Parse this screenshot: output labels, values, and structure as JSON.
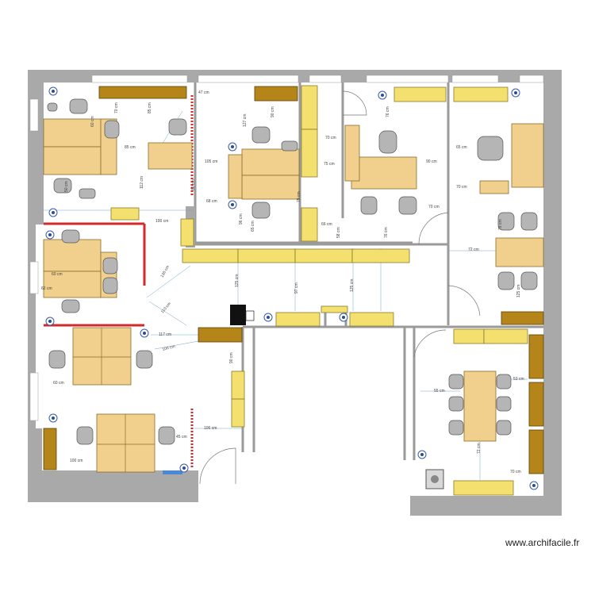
{
  "watermark": "www.archifacile.fr",
  "colors": {
    "wall": "#a9a9a9",
    "desk": "#f0d08c",
    "cabinet": "#f3e06f",
    "dark_cabinet": "#b5851a",
    "red_partition": "#d22a2a",
    "chair": "#b5b5b5",
    "light_fixture": "#3a5aa8",
    "dimension_line": "#6aa8c8"
  },
  "dimensions": [
    "70 cm",
    "60 cm",
    "85 cm",
    "50 cm",
    "100 cm",
    "112 cm",
    "85 cm",
    "60 cm",
    "47 cm",
    "127 cm",
    "90 cm",
    "68 cm",
    "105 cm",
    "96 cm",
    "65 cm",
    "79 cm",
    "70 cm",
    "75 cm",
    "66 cm",
    "58 cm",
    "76 cm",
    "90 cm",
    "70 cm",
    "76 cm",
    "65 cm",
    "70 cm",
    "78 cm",
    "72 cm",
    "125 cm",
    "97 cm",
    "136 cm",
    "110 cm",
    "125 cm",
    "125 cm",
    "60 cm",
    "62 cm",
    "117 cm",
    "100 cm",
    "60 cm",
    "90 cm",
    "106 cm",
    "45 cm",
    "100 cm",
    "55 cm",
    "53 cm",
    "72 cm",
    "70 cm"
  ]
}
